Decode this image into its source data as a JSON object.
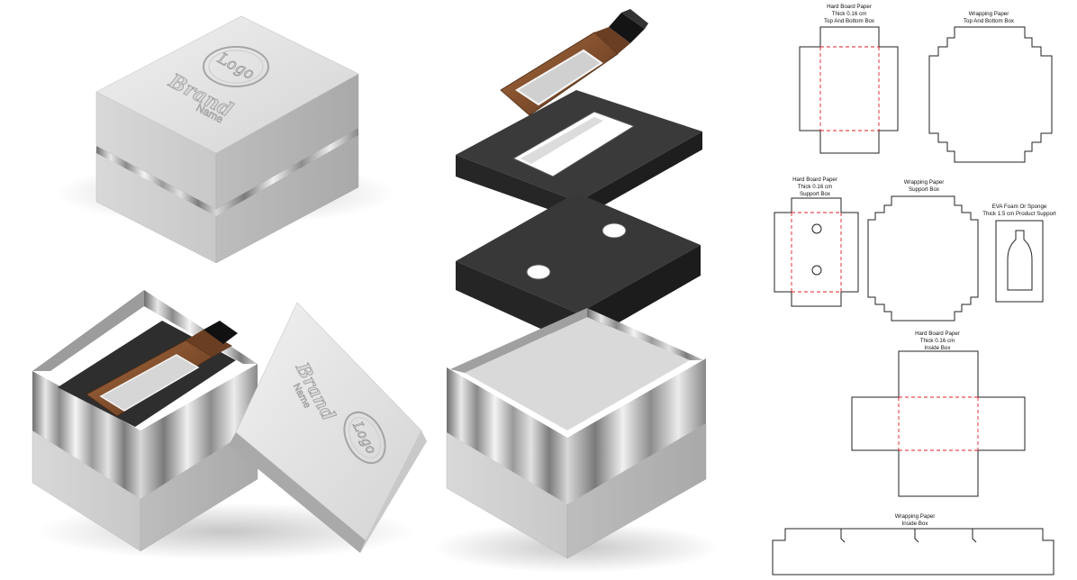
{
  "colors": {
    "box_white": "#e9e9e9",
    "foam_black": "#2e2e2e",
    "bottle_brown": "#7a4a2a",
    "foil_silver": "#b8b8b8",
    "fold_line_red": "#e0202a"
  },
  "embossing": {
    "logo": "Logo",
    "brand": "Brand",
    "name": "Name"
  },
  "dielines": [
    {
      "id": "top-bottom-board",
      "lines": [
        "Hard Board Paper",
        "Thick 0.16 cm",
        "Top And Bottom Box"
      ]
    },
    {
      "id": "top-bottom-wrap",
      "lines": [
        "Wrapping Paper",
        "Top And Bottom Box"
      ]
    },
    {
      "id": "support-board",
      "lines": [
        "Hard Board Paper",
        "Thick 0.16 cm",
        "Support Box"
      ]
    },
    {
      "id": "support-wrap",
      "lines": [
        "Wrapping Paper",
        "Support Box"
      ]
    },
    {
      "id": "eva-foam",
      "lines": [
        "EVA Foam Or Sponge",
        "Thick 1.5 cm Product Support"
      ]
    },
    {
      "id": "inside-board",
      "lines": [
        "Hard Board Paper",
        "Thick 0.16 cm",
        "Inside Box"
      ]
    },
    {
      "id": "inside-wrap",
      "lines": [
        "Wrapping Paper",
        "Inside Box"
      ]
    }
  ]
}
